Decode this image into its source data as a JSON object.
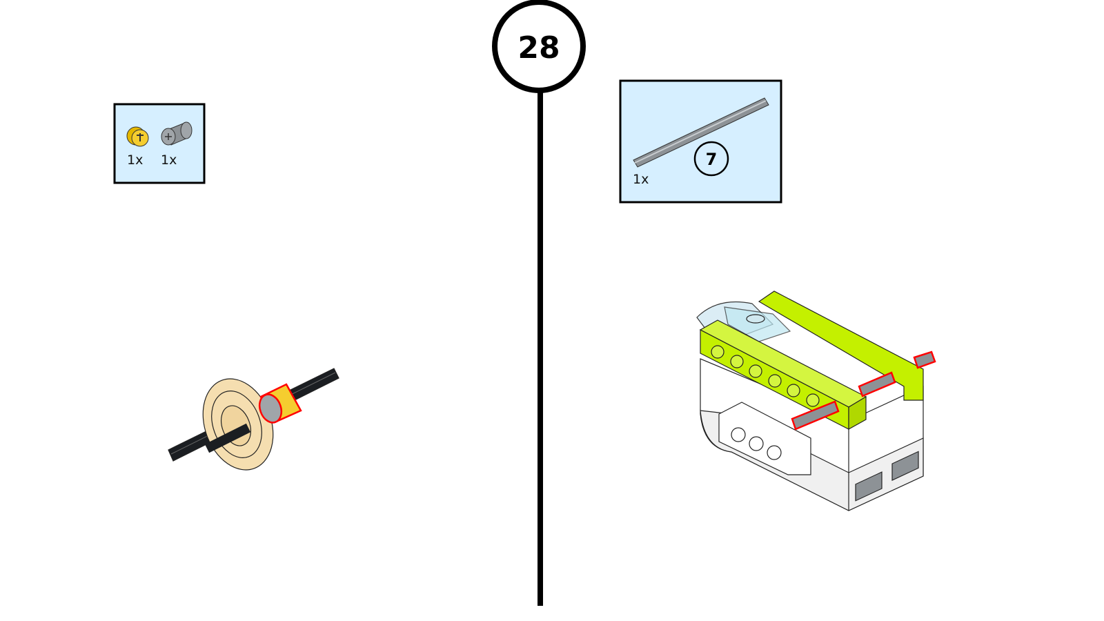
{
  "step": {
    "number": "28"
  },
  "left_parts_callout": {
    "items": [
      {
        "part": "yellow-bush",
        "qty": "1x",
        "color": "#f5cd2f"
      },
      {
        "part": "gray-axle-connector",
        "qty": "1x",
        "color": "#a0a5a9"
      }
    ],
    "background": "#d6efff"
  },
  "right_parts_callout": {
    "items": [
      {
        "part": "gray-axle",
        "qty": "1x",
        "length": "7",
        "color": "#a0a5a9"
      }
    ],
    "background": "#d6efff"
  },
  "colors": {
    "highlight": "#ff0000",
    "lime": "#c4f000",
    "tan": "#f5deb0",
    "black_axle": "#1b1e22"
  }
}
